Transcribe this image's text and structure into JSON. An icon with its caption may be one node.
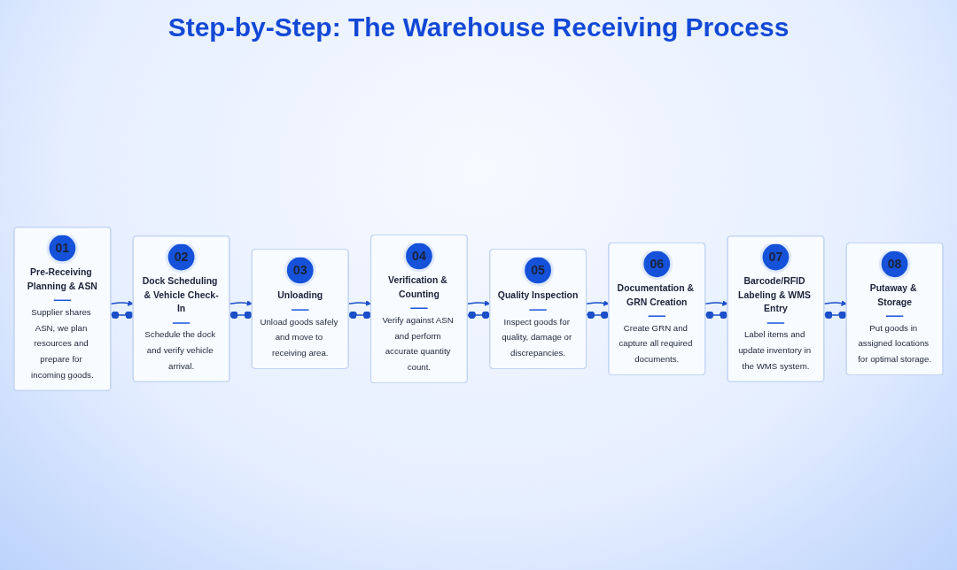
{
  "diagram": {
    "title": "Step-by-Step: The Warehouse Receiving Process",
    "nodes": [
      {
        "text": [
          "01",
          "Pre-Receiving Planning & ASN",
          "Supplier shares ASN, we plan resources and prepare for incoming goods."
        ]
      },
      {
        "text": [
          "02",
          "Dock Scheduling & Vehicle Check-In",
          "Schedule the dock and verify vehicle arrival."
        ]
      },
      {
        "text": [
          "03",
          "Unloading",
          "Unload goods safely and move to receiving area."
        ]
      },
      {
        "text": [
          "04",
          "Verification & Counting",
          "Verify against ASN and perform accurate quantity count."
        ]
      },
      {
        "text": [
          "05",
          "Quality Inspection",
          "Inspect goods for quality, damage or discrepancies."
        ]
      },
      {
        "text": [
          "06",
          "Documentation & GRN Creation",
          "Create GRN and capture all required documents."
        ]
      },
      {
        "text": [
          "07",
          "Barcode/RFID Labeling & WMS Entry",
          "Label items and update inventory in the WMS system."
        ]
      },
      {
        "text": [
          "08",
          "Putaway & Storage",
          "Put goods in assigned locations for optimal storage."
        ]
      }
    ],
    "edges": [
      {
        "from": 0,
        "to": 1,
        "arrow": "to"
      },
      {
        "from": 1,
        "to": 2,
        "arrow": "to"
      },
      {
        "from": 2,
        "to": 3,
        "arrow": "to"
      },
      {
        "from": 3,
        "to": 4,
        "arrow": "to"
      },
      {
        "from": 4,
        "to": 5,
        "arrow": "to"
      },
      {
        "from": 5,
        "to": 6,
        "arrow": "to"
      },
      {
        "from": 6,
        "to": 7,
        "arrow": "to"
      },
      {
        "from": 0,
        "to": 1,
        "arrow": "other"
      },
      {
        "from": 1,
        "to": 2,
        "arrow": "other"
      },
      {
        "from": 2,
        "to": 3,
        "arrow": "other"
      },
      {
        "from": 3,
        "to": 4,
        "arrow": "other"
      },
      {
        "from": 4,
        "to": 5,
        "arrow": "other"
      },
      {
        "from": 5,
        "to": 6,
        "arrow": "other"
      },
      {
        "from": 6,
        "to": 7,
        "arrow": "other"
      }
    ]
  }
}
